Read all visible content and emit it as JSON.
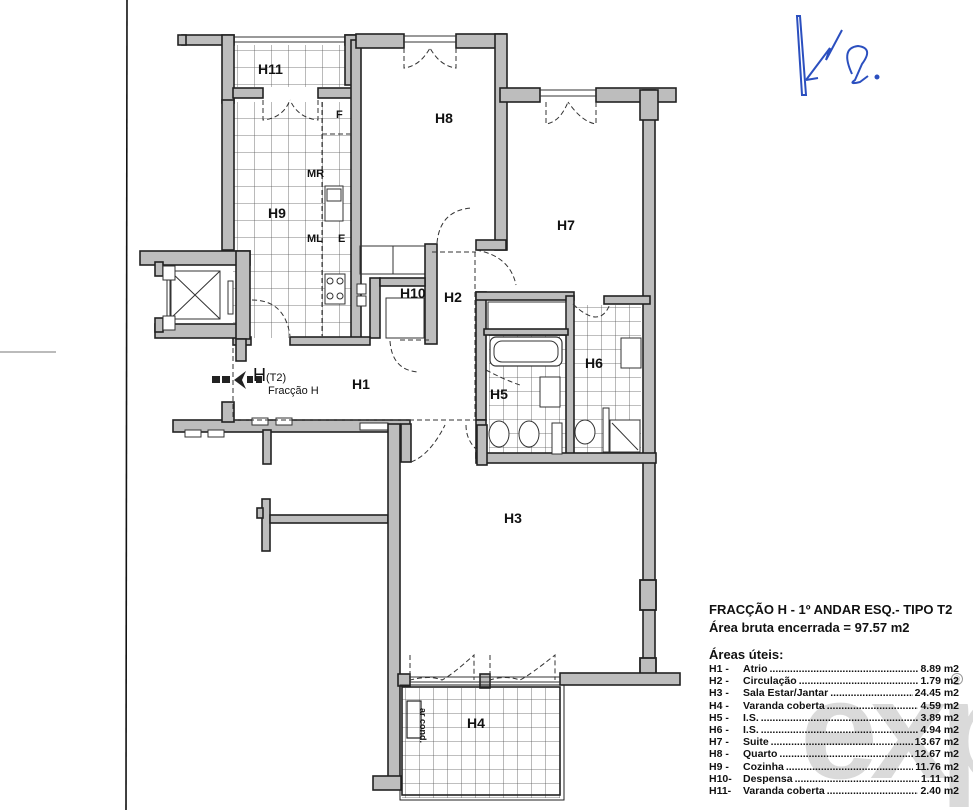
{
  "document": {
    "title": "FRACÇÃO H - 1º ANDAR ESQ.- TIPO T2",
    "gross_area_label": "Área bruta encerrada = 97.57 m2",
    "net_areas_heading": "Áreas úteis:"
  },
  "areas": [
    {
      "code": "H1 -",
      "name": "Atrio",
      "value": "8.89 m2"
    },
    {
      "code": "H2 -",
      "name": "Circulação",
      "value": "1.79 m2"
    },
    {
      "code": "H3 -",
      "name": "Sala Estar/Jantar",
      "value": "24.45 m2"
    },
    {
      "code": "H4 -",
      "name": "Varanda coberta",
      "value": "4.59 m2"
    },
    {
      "code": "H5 -",
      "name": "I.S.",
      "value": "3.89 m2"
    },
    {
      "code": "H6 -",
      "name": "I.S.",
      "value": "4.94 m2"
    },
    {
      "code": "H7 -",
      "name": "Suite",
      "value": "13.67 m2"
    },
    {
      "code": "H8 -",
      "name": "Quarto",
      "value": "12.67 m2"
    },
    {
      "code": "H9 -",
      "name": "Cozinha",
      "value": "11.76 m2"
    },
    {
      "code": "H10-",
      "name": "Despensa",
      "value": "1.11 m2"
    },
    {
      "code": "H11-",
      "name": "Varanda coberta",
      "value": "2.40 m2"
    }
  ],
  "rooms": {
    "h1": "H1",
    "h2": "H2",
    "h3": "H3",
    "h4": "H4",
    "h5": "H5",
    "h6": "H6",
    "h7": "H7",
    "h8": "H8",
    "h9": "H9",
    "h10": "H10",
    "h11": "H11"
  },
  "fixtures": {
    "fridge": "F",
    "mr": "MR",
    "ml": "ML",
    "cooker": "E",
    "ac": "ar cond."
  },
  "entry": {
    "unit": "H",
    "type": "(T2)",
    "label": "Fracção H"
  },
  "watermark": {
    "text": "exp",
    "registered": "®"
  },
  "colors": {
    "wall_fill": "#bdbdbd",
    "wall_stroke": "#222222",
    "signature": "#2b4fbf"
  }
}
